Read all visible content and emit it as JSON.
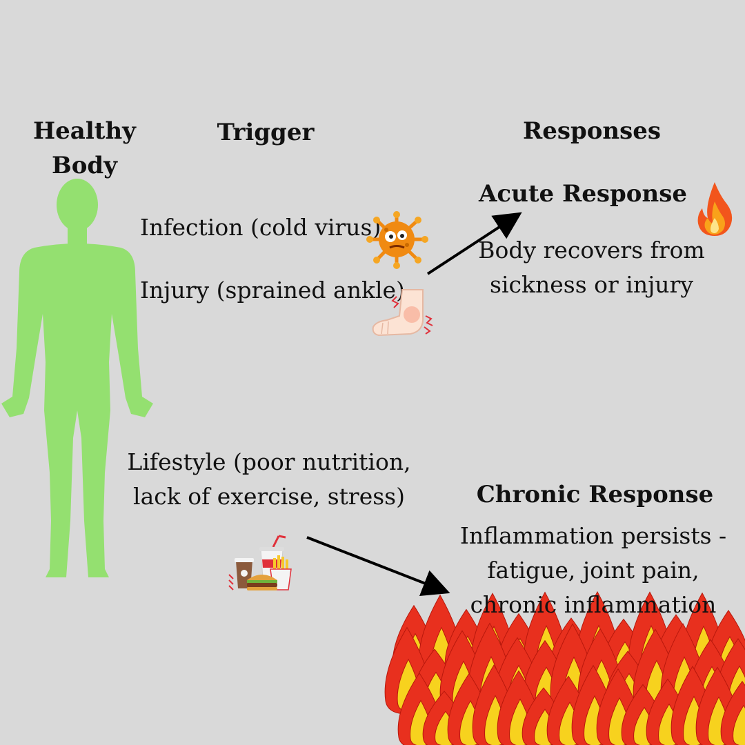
{
  "headings": {
    "healthy_body_line1": "Healthy",
    "healthy_body_line2": "Body",
    "trigger": "Trigger",
    "responses": "Responses"
  },
  "triggers": {
    "infection": "Infection (cold virus)",
    "injury": "Injury (sprained ankle)",
    "lifestyle_line1": "Lifestyle (poor nutrition,",
    "lifestyle_line2": "lack of exercise, stress)"
  },
  "acute": {
    "title": "Acute Response",
    "desc_line1": "Body recovers from",
    "desc_line2": "sickness or injury"
  },
  "chronic": {
    "title": "Chronic Response",
    "desc_line1": "Inflammation persists -",
    "desc_line2": "fatigue, joint pain,",
    "desc_line3": "chronic inflammation"
  },
  "icons": {
    "body": "human-silhouette-icon",
    "virus": "virus-icon",
    "ankle": "sprained-ankle-icon",
    "food": "junk-food-icon",
    "flame": "flame-icon",
    "fire": "fire-wall-icon"
  },
  "colors": {
    "background": "#d9d9d9",
    "body": "#94e070",
    "arrow": "#000000",
    "fire_outer": "#e8301e",
    "fire_inner": "#f7d21e",
    "virus": "#f08a12"
  }
}
